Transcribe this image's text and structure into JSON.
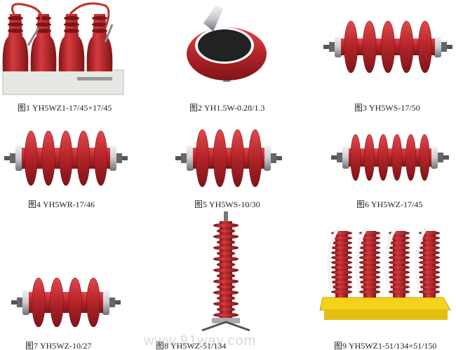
{
  "products": [
    {
      "caption": "图1  YH5WZ1-17/45×17/45",
      "type": "four-unit arrester on base"
    },
    {
      "caption": "图2  YH1.5W-0.28/1.3",
      "type": "disc arrester"
    },
    {
      "caption": "图3  YH5WS-17/50",
      "type": "horizontal arrester"
    },
    {
      "caption": "图4  YH5WR-17/46",
      "type": "horizontal arrester"
    },
    {
      "caption": "图5  YH5WS-10/30",
      "type": "horizontal arrester"
    },
    {
      "caption": "图6  YH5WZ-17/45",
      "type": "horizontal arrester"
    },
    {
      "caption": "图7  YH5WZ-10/27",
      "type": "horizontal arrester"
    },
    {
      "caption": "图8  YH5WZ-51/134",
      "type": "tall vertical arrester"
    },
    {
      "caption": "图9  YH5WZ1-51/134×51/150",
      "type": "four-unit arrester on yellow base"
    }
  ],
  "watermark": "www.91way.com",
  "colors": {
    "insulator": "#b8262b",
    "insulator_dark": "#7e1418",
    "metal": "#c9ccd0",
    "base_yellow": "#f2d21a"
  }
}
